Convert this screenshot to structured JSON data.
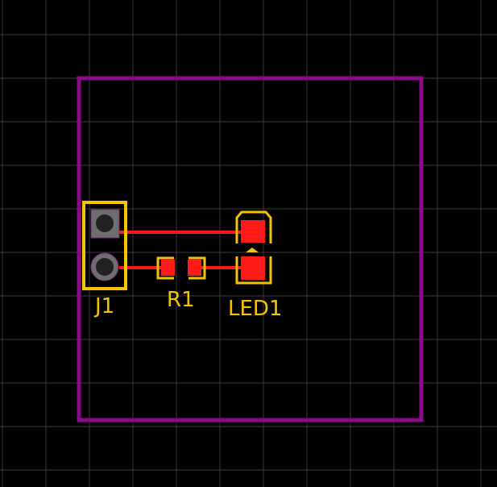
{
  "colors": {
    "background": "#000000",
    "grid": "#3a3a3a",
    "board_outline": "#8a0a8a",
    "silkscreen": "#f5c400",
    "copper": "#ff1a1a",
    "through_hole": "#6e6e6e",
    "drill": "#222222"
  },
  "components": [
    {
      "ref": "J1",
      "type": "2-pin header"
    },
    {
      "ref": "R1",
      "type": "resistor"
    },
    {
      "ref": "LED1",
      "type": "LED"
    }
  ],
  "labels": {
    "j1": "J1",
    "r1": "R1",
    "led1": "LED1"
  }
}
